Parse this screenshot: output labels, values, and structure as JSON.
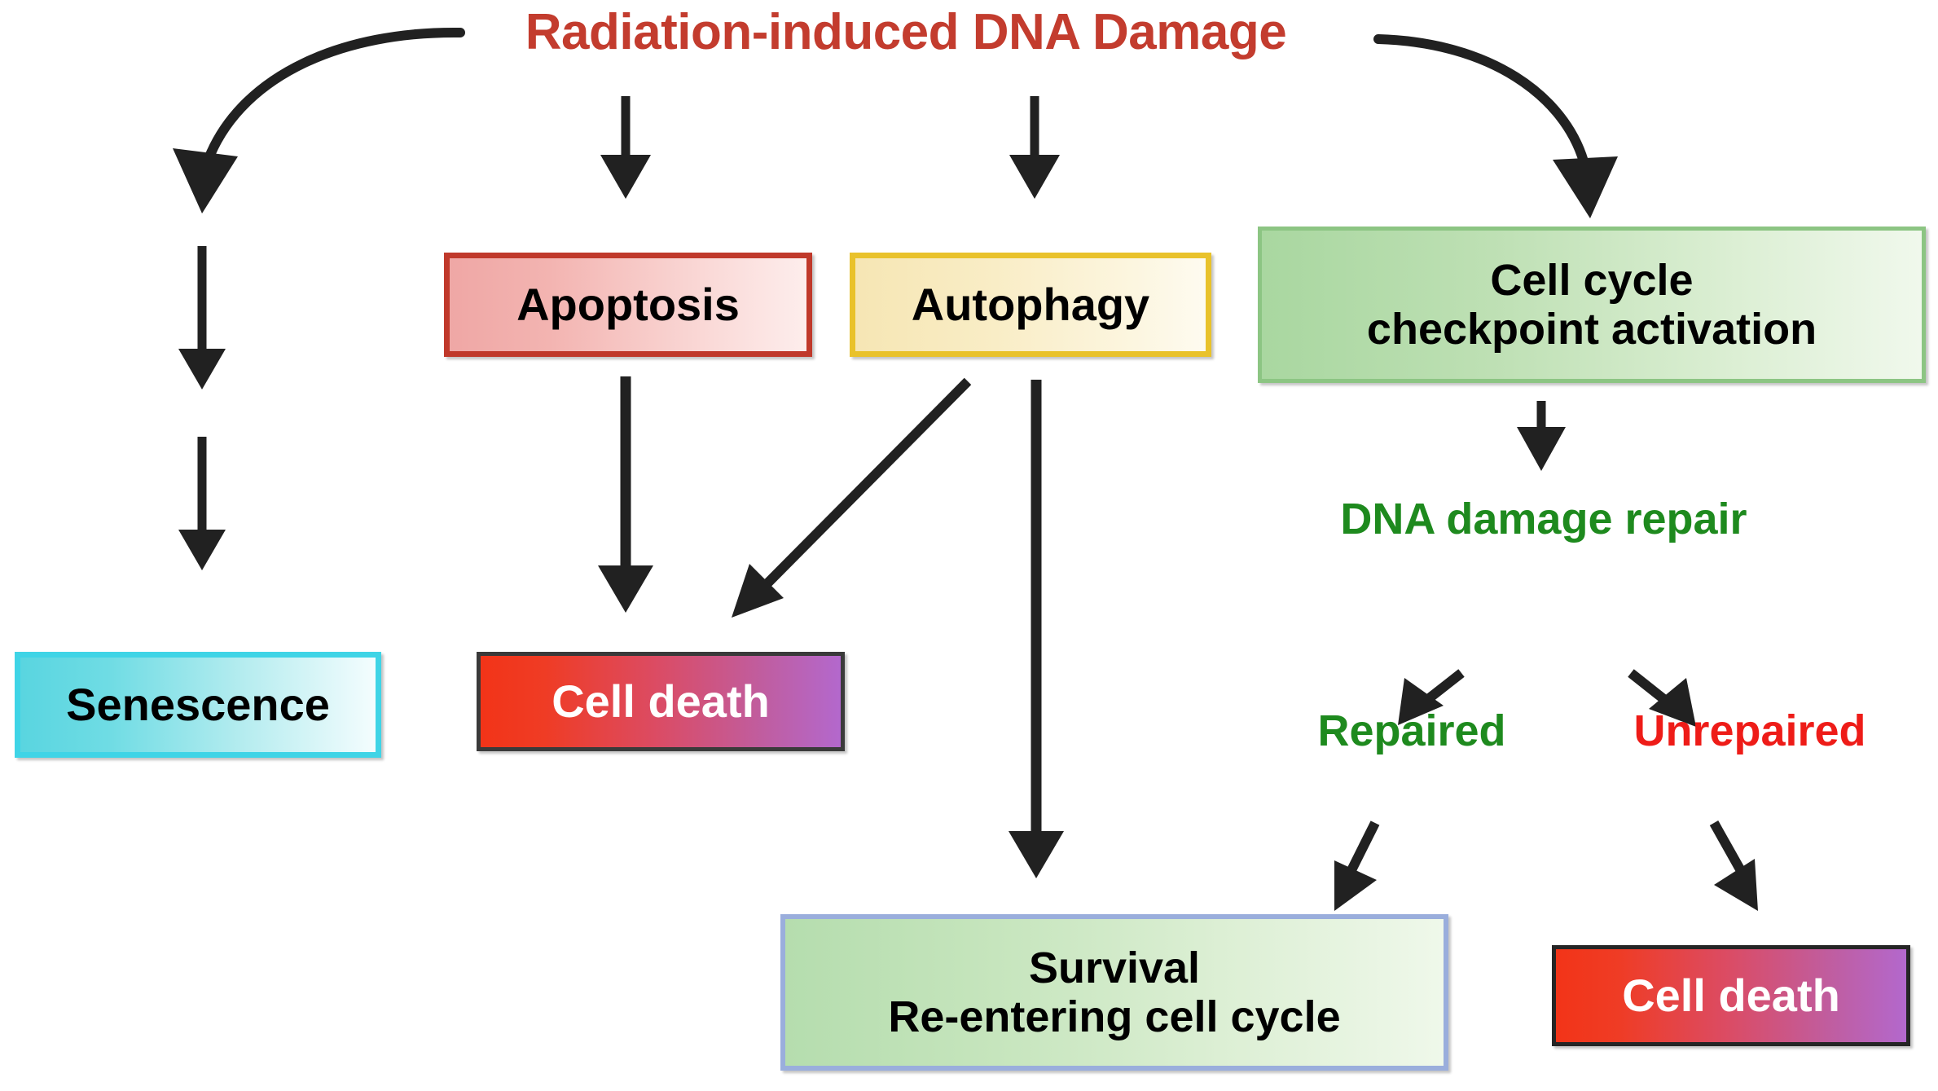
{
  "diagram": {
    "title": "Radiation-induced DNA Damage",
    "background": "#FFFFFF",
    "nodes": {
      "apoptosis": "Apoptosis",
      "autophagy": "Autophagy",
      "checkpoint_line1": "Cell cycle",
      "checkpoint_line2": "checkpoint activation",
      "senescence": "Senescence",
      "cell_death_left": "Cell death",
      "dna_damage_repair": "DNA damage repair",
      "repaired": "Repaired",
      "unrepaired": "Unrepaired",
      "survival_line1": "Survival",
      "survival_line2": "Re-entering cell cycle",
      "cell_death_right": "Cell death"
    },
    "colors": {
      "title_red": "#C33C2E",
      "apoptosis_border": "#C0392B",
      "autophagy_border": "#E9C22B",
      "checkpoint_border": "#8CC583",
      "senescence_border": "#3FD4E6",
      "cell_death_border": "#252525",
      "survival_border": "#9AAEDC",
      "repair_green": "#1E8A1E",
      "unrepaired_red": "#EE1C18",
      "arrow_black": "#212121",
      "cell_death_gradient_start": "#F23418",
      "cell_death_gradient_end": "#B368CD"
    },
    "arrows": [
      {
        "name": "damage-to-senescence",
        "from": "Radiation-induced DNA Damage",
        "to": "Senescence",
        "style": "curved"
      },
      {
        "name": "damage-to-apoptosis",
        "from": "Radiation-induced DNA Damage",
        "to": "Apoptosis",
        "style": "straight-down"
      },
      {
        "name": "damage-to-autophagy",
        "from": "Radiation-induced DNA Damage",
        "to": "Autophagy",
        "style": "straight-down"
      },
      {
        "name": "damage-to-checkpoint",
        "from": "Radiation-induced DNA Damage",
        "to": "Cell cycle checkpoint activation",
        "style": "curved"
      },
      {
        "name": "senescence-stem-upper",
        "from": "Radiation-induced DNA Damage",
        "to": "Senescence",
        "style": "straight-down"
      },
      {
        "name": "senescence-stem-lower",
        "from": "Radiation-induced DNA Damage",
        "to": "Senescence",
        "style": "straight-down"
      },
      {
        "name": "apoptosis-to-cell-death",
        "from": "Apoptosis",
        "to": "Cell death",
        "style": "straight-down"
      },
      {
        "name": "autophagy-to-cell-death",
        "from": "Autophagy",
        "to": "Cell death",
        "style": "diagonal-down-left"
      },
      {
        "name": "autophagy-to-survival",
        "from": "Autophagy",
        "to": "Survival Re-entering cell cycle",
        "style": "straight-down"
      },
      {
        "name": "checkpoint-to-repair",
        "from": "Cell cycle checkpoint activation",
        "to": "DNA damage repair",
        "style": "straight-down"
      },
      {
        "name": "repair-to-repaired",
        "from": "DNA damage repair",
        "to": "Repaired",
        "style": "diagonal-down-left"
      },
      {
        "name": "repair-to-unrepaired",
        "from": "DNA damage repair",
        "to": "Unrepaired",
        "style": "diagonal-down-right"
      },
      {
        "name": "repaired-to-survival",
        "from": "Repaired",
        "to": "Survival Re-entering cell cycle",
        "style": "diagonal-down-left"
      },
      {
        "name": "unrepaired-to-cell-death",
        "from": "Unrepaired",
        "to": "Cell death",
        "style": "diagonal-down-right"
      }
    ]
  }
}
